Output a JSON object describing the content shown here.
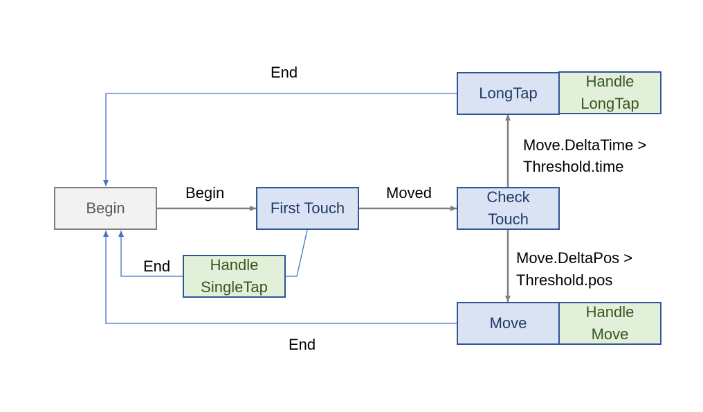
{
  "nodes": {
    "begin": "Begin",
    "first_touch": "First Touch",
    "check_touch": "Check\nTouch",
    "long_tap": "LongTap",
    "handle_long_tap": "Handle\nLongTap",
    "move": "Move",
    "handle_move": "Handle\nMove",
    "handle_single_tap": "Handle\nSingleTap"
  },
  "edges": {
    "begin_label": "Begin",
    "moved_label": "Moved",
    "end_top": "End",
    "end_left": "End",
    "end_bottom": "End",
    "delta_time_1": "Move.DeltaTime >",
    "delta_time_2": "Threshold.time",
    "delta_pos_1": "Move.DeltaPos >",
    "delta_pos_2": "Threshold.pos"
  },
  "colors": {
    "state_fill": "#dae3f3",
    "handler_fill": "#e2f0d9",
    "start_fill": "#f2f2f2",
    "blue_line": "#4472c4",
    "gray_line": "#7f7f7f"
  }
}
